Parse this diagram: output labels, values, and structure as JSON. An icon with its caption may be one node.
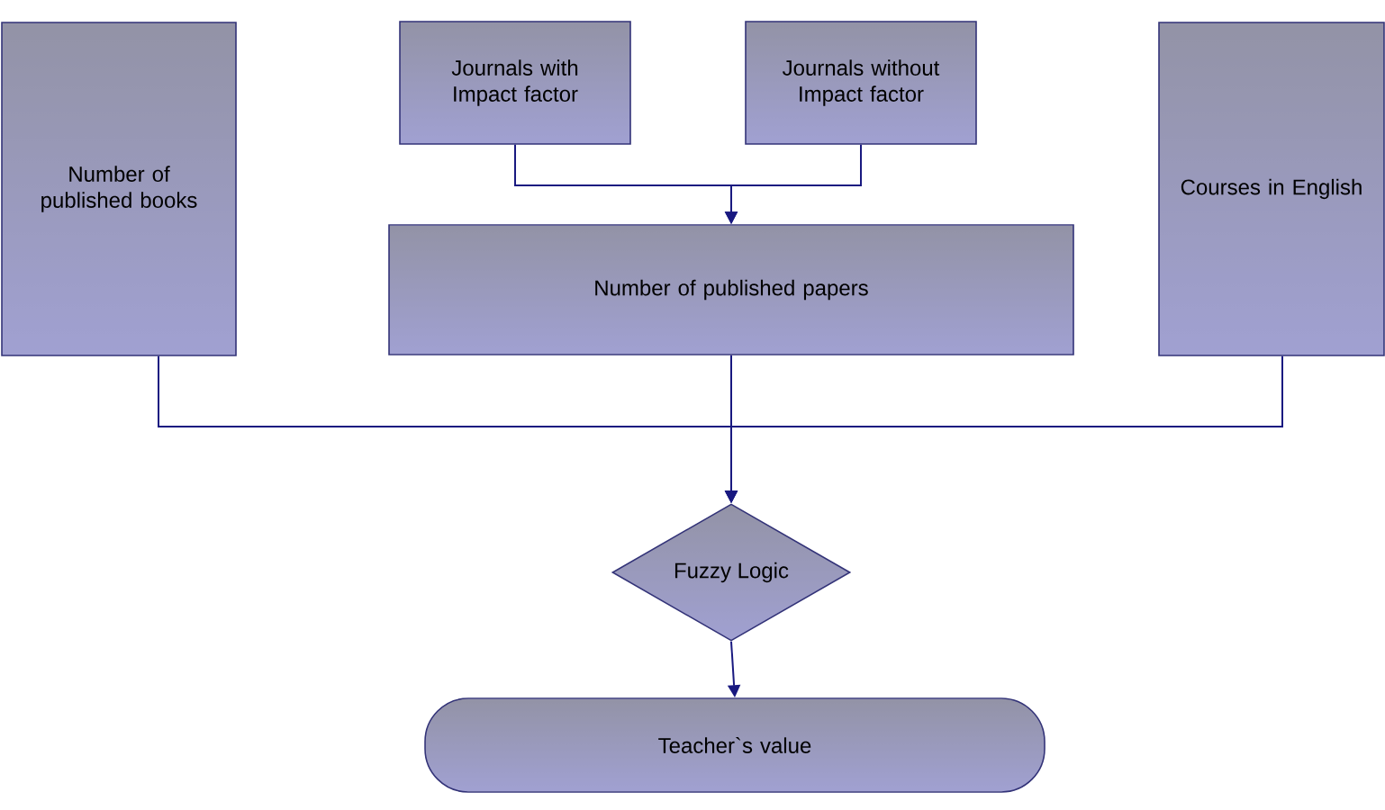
{
  "diagram": {
    "nodes": [
      {
        "text": [
          "Number of published books"
        ]
      },
      {
        "text": [
          "Journals with Impact factor"
        ]
      },
      {
        "text": [
          "Journals without Impact factor"
        ]
      },
      {
        "text": [
          "Courses in English"
        ]
      },
      {
        "text": [
          "Number of published papers"
        ]
      },
      {
        "text": [
          "Fuzzy Logic"
        ]
      },
      {
        "text": [
          "Teacher`s value"
        ]
      }
    ],
    "edges": [
      {
        "from": 1,
        "to": 4,
        "arrow": "to"
      },
      {
        "from": 2,
        "to": 4,
        "arrow": "to"
      },
      {
        "from": 0,
        "to": 5,
        "arrow": "to"
      },
      {
        "from": 4,
        "to": 5,
        "arrow": "to"
      },
      {
        "from": 3,
        "to": 5,
        "arrow": "to"
      },
      {
        "from": 5,
        "to": 6,
        "arrow": "to"
      }
    ]
  }
}
